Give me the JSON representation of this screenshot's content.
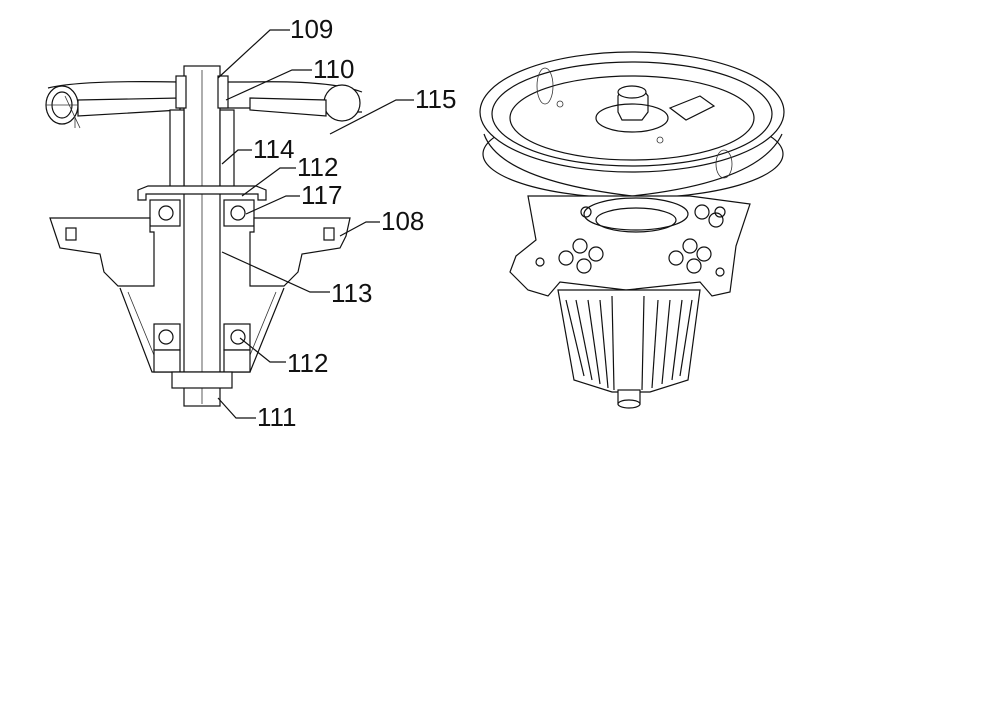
{
  "figure": {
    "labels": {
      "l109": "109",
      "l110": "110",
      "l115": "115",
      "l114": "114",
      "l112a": "112",
      "l117": "117",
      "l108": "108",
      "l113": "113",
      "l112b": "112",
      "l111": "111"
    }
  },
  "colors": {
    "ink": "#111111",
    "paper": "#ffffff"
  }
}
